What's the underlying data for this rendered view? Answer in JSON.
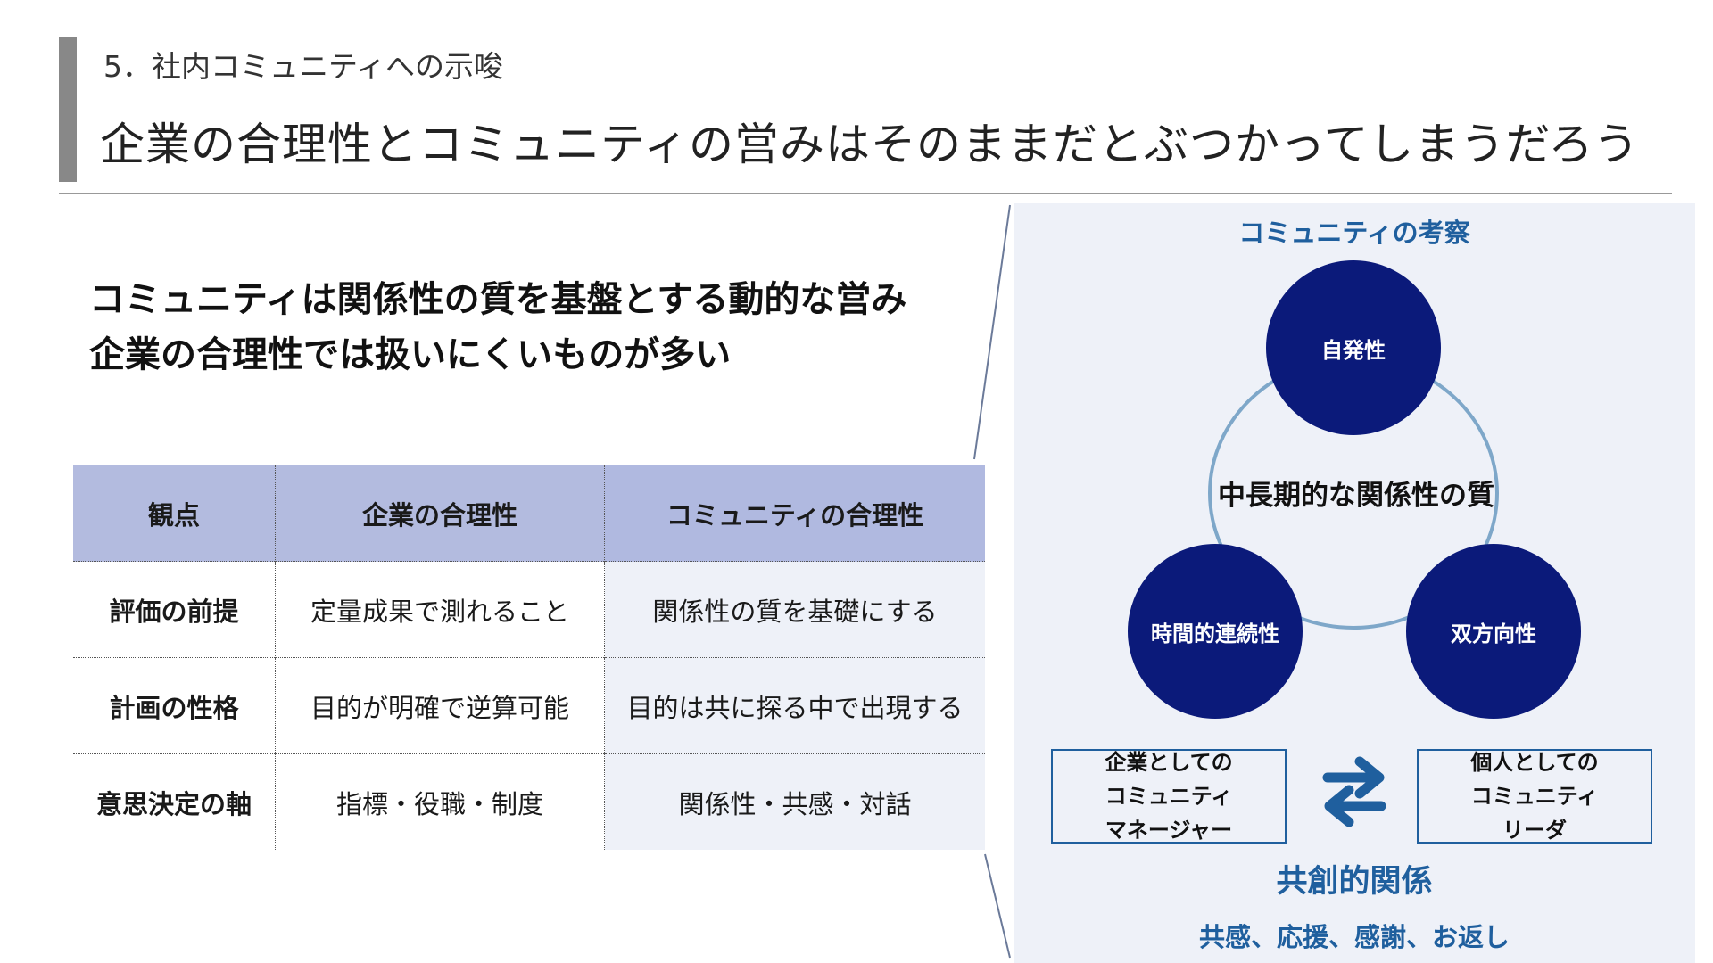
{
  "header": {
    "section_label": "5．社内コミュニティへの示唆",
    "title": "企業の合理性とコミュニティの営みはそのままだとぶつかってしまうだろう"
  },
  "lead": {
    "line1": "コミュニティは関係性の質を基盤とする動的な営み",
    "line2": "企業の合理性では扱いにくいものが多い"
  },
  "table": {
    "headers": [
      "観点",
      "企業の合理性",
      "コミュニティの合理性"
    ],
    "rows": [
      [
        "評価の前提",
        "定量成果で測れること",
        "関係性の質を基礎にする"
      ],
      [
        "計画の性格",
        "目的が明確で逆算可能",
        "目的は共に探る中で出現する"
      ],
      [
        "意思決定の軸",
        "指標・役職・制度",
        "関係性・共感・対話"
      ]
    ]
  },
  "panel": {
    "title": "コミュニティの考察",
    "center": "中長期的な関係性の質",
    "bubbles": {
      "top": "自発性",
      "left": "時間的連続性",
      "right": "双方向性"
    },
    "roles": {
      "left": "企業としての\nコミュニティ\nマネージャー",
      "right": "個人としての\nコミュニティ\nリーダ"
    },
    "relation": "共創的関係",
    "relation_sub": "共感、応援、感謝、お返し"
  },
  "colors": {
    "accent": "#888888",
    "navy": "#0b1a7a",
    "blue": "#1f5f9e",
    "ring": "#7ea7c9",
    "table_header": "#b3bbdf",
    "panel_bg": "#eef1f8"
  },
  "icons": {
    "swap": "swap-arrows-icon"
  }
}
